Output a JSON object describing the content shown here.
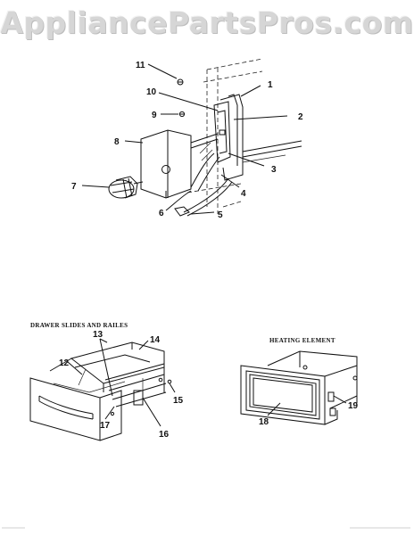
{
  "watermark": "AppliancePartsPros.com",
  "sections": {
    "drawer": "DRAWER SLIDES AND RAILES",
    "heating": "HEATING ELEMENT"
  },
  "callouts": [
    "1",
    "2",
    "3",
    "4",
    "5",
    "6",
    "7",
    "8",
    "9",
    "10",
    "11",
    "12",
    "13",
    "14",
    "15",
    "16",
    "17",
    "18",
    "19"
  ]
}
